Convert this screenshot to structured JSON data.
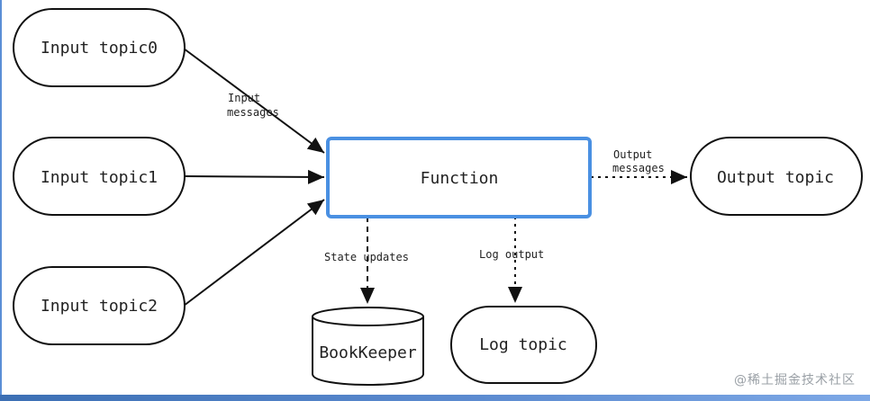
{
  "nodes": {
    "input_topic0": "Input topic0",
    "input_topic1": "Input topic1",
    "input_topic2": "Input topic2",
    "function": "Function",
    "output_topic": "Output topic",
    "bookkeeper": "BookKeeper",
    "log_topic": "Log topic"
  },
  "edges": {
    "input_messages_line1": "Input",
    "input_messages_line2": "messages",
    "output_messages_line1": "Output",
    "output_messages_line2": "messages",
    "state_updates": "State updates",
    "log_output": "Log output"
  },
  "watermark": "@稀土掘金技术社区",
  "colors": {
    "function_border": "#4a90e2",
    "node_border": "#111111",
    "arrow": "#111111"
  }
}
